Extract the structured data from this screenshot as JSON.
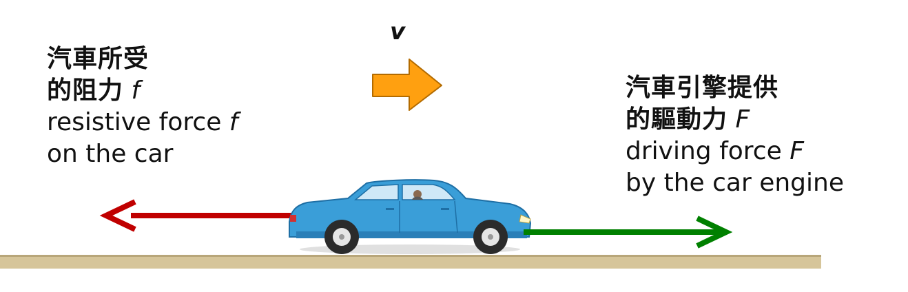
{
  "velocity": {
    "symbol": "v",
    "arrow_color": "#FFA010"
  },
  "resistive_force": {
    "zh_line1": "汽車所受",
    "zh_line2": "的阻力",
    "symbol": "f",
    "en_line1": "resistive force",
    "en_line2": "on the car",
    "arrow_color": "#C00000",
    "direction": "left"
  },
  "driving_force": {
    "zh_line1": "汽車引擎提供",
    "zh_line2": "的驅動力",
    "symbol": "F",
    "en_line1": "driving force",
    "en_line2": "by the car engine",
    "arrow_color": "#008000",
    "direction": "right"
  },
  "car": {
    "body_color": "#3A9ED8",
    "facing": "right"
  },
  "ground": {
    "color": "#D6C59A"
  }
}
